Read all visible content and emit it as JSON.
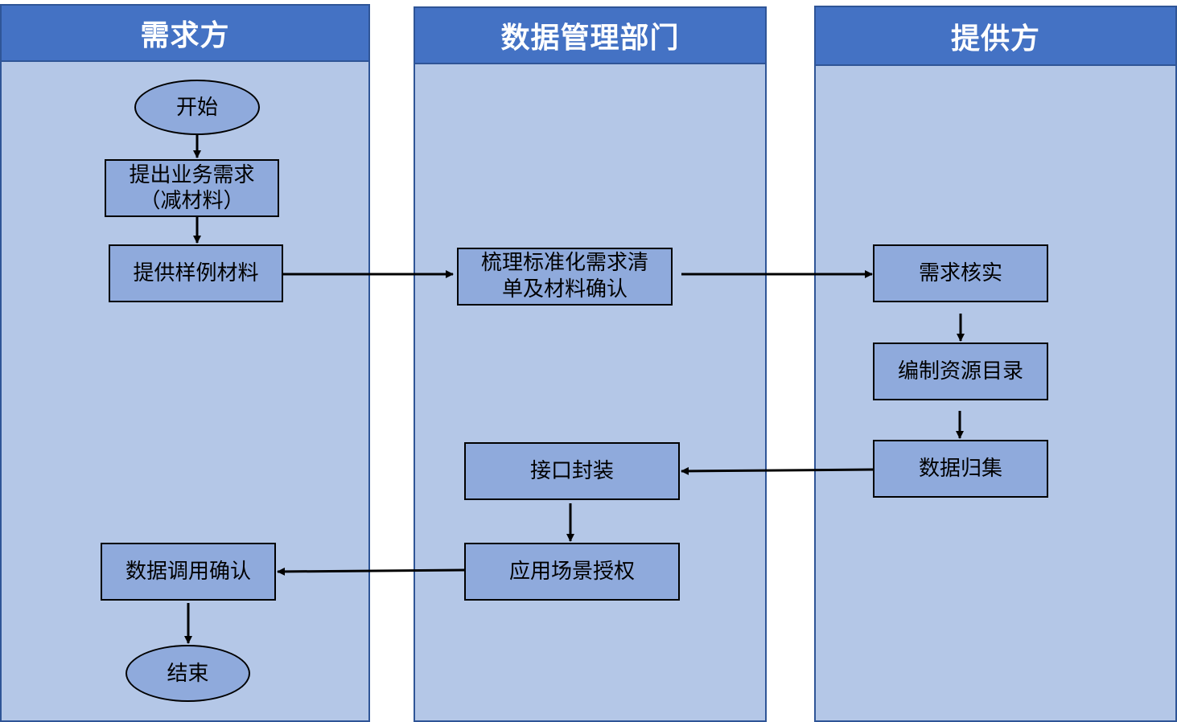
{
  "lanes": [
    {
      "title": "需求方"
    },
    {
      "title": "数据管理部门"
    },
    {
      "title": "提供方"
    }
  ],
  "nodes": {
    "start": "开始",
    "raise_requirement": "提出业务需求\n（减材料）",
    "raise_requirement_line1": "提出业务需求",
    "raise_requirement_line2": "（减材料）",
    "provide_samples": "提供样例材料",
    "standardize_line1": "梳理标准化需求清",
    "standardize_line2": "单及材料确认",
    "verify_requirement": "需求核实",
    "compile_catalog": "编制资源目录",
    "data_collection": "数据归集",
    "api_packaging": "接口封装",
    "scenario_authorization": "应用场景授权",
    "data_call_confirm": "数据调用确认",
    "end": "结束"
  },
  "colors": {
    "lane_header": "#4472c4",
    "lane_body": "#b4c7e7",
    "lane_border": "#2f5597",
    "node_fill": "#8faadc",
    "arrow": "#000000"
  },
  "edges": [
    {
      "from": "开始",
      "to": "提出业务需求（减材料）"
    },
    {
      "from": "提出业务需求（减材料）",
      "to": "提供样例材料"
    },
    {
      "from": "提供样例材料",
      "to": "梳理标准化需求清单及材料确认"
    },
    {
      "from": "梳理标准化需求清单及材料确认",
      "to": "需求核实"
    },
    {
      "from": "需求核实",
      "to": "编制资源目录"
    },
    {
      "from": "编制资源目录",
      "to": "数据归集"
    },
    {
      "from": "数据归集",
      "to": "接口封装"
    },
    {
      "from": "接口封装",
      "to": "应用场景授权"
    },
    {
      "from": "应用场景授权",
      "to": "数据调用确认"
    },
    {
      "from": "数据调用确认",
      "to": "结束"
    }
  ]
}
